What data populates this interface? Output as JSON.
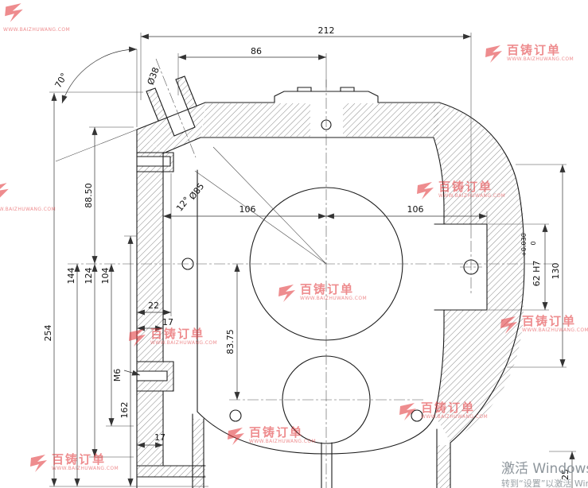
{
  "drawing": {
    "dims": {
      "w212": "212",
      "w86": "86",
      "ang70": "70°",
      "dia38": "Ø38",
      "h88_50": "88.50",
      "h144": "144",
      "h124": "124",
      "h104": "104",
      "h254": "254",
      "w22": "22",
      "t17_upper": "17",
      "thread_m6": "M6",
      "h162": "162",
      "t17_lower": "17",
      "w106_left": "106",
      "w106_right": "106",
      "ang12": "12°",
      "dia85": "Ø85",
      "h83_75": "83.75",
      "bore62": "62 H7",
      "tol_upper": "+0.030",
      "tol_lower": "0",
      "h130": "130",
      "h25": "25"
    }
  },
  "watermark": {
    "brand": "百铸订单",
    "url": "WWW.BAIZHUWANG.COM",
    "color": "#e23a3e"
  },
  "windows_activation": {
    "line1": "激活 Windows",
    "line2": "转到“设置”以激活 Windows。"
  }
}
